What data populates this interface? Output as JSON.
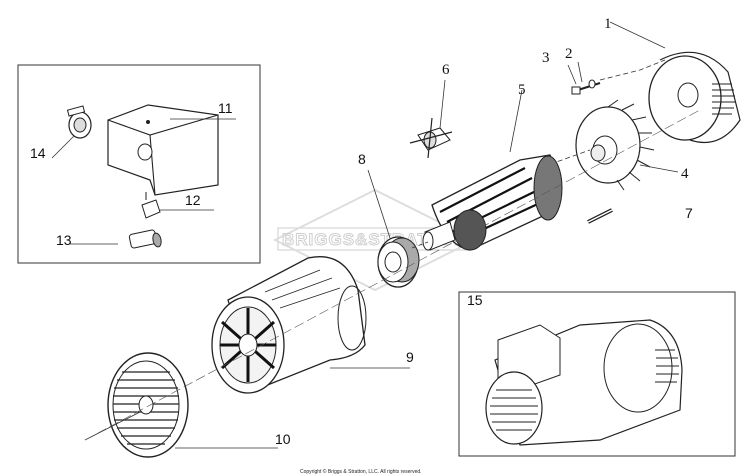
{
  "watermark": {
    "text": "BRIGGS&STRATTON"
  },
  "copyright": "Copyright © Briggs & Stratton, LLC. All rights reserved.",
  "callouts": [
    {
      "id": "1",
      "label": "1"
    },
    {
      "id": "2",
      "label": "2"
    },
    {
      "id": "3",
      "label": "3"
    },
    {
      "id": "4",
      "label": "4"
    },
    {
      "id": "5",
      "label": "5"
    },
    {
      "id": "6",
      "label": "6"
    },
    {
      "id": "7",
      "label": "7"
    },
    {
      "id": "8",
      "label": "8"
    },
    {
      "id": "9",
      "label": "9"
    },
    {
      "id": "10",
      "label": "10"
    },
    {
      "id": "11",
      "label": "11"
    },
    {
      "id": "12",
      "label": "12"
    },
    {
      "id": "13",
      "label": "13"
    },
    {
      "id": "14",
      "label": "14"
    },
    {
      "id": "15",
      "label": "15"
    }
  ]
}
